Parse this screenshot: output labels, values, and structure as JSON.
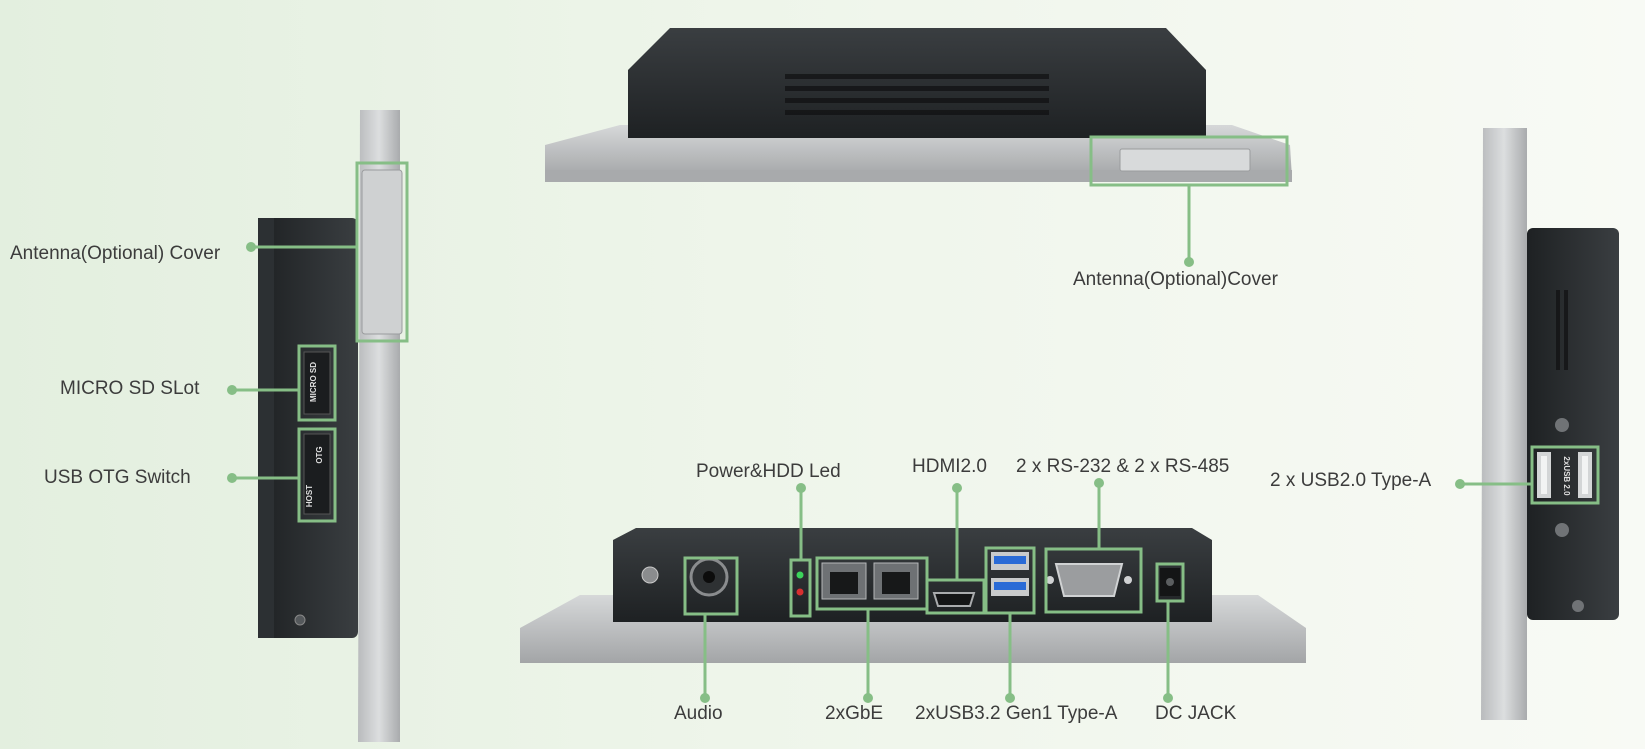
{
  "colors": {
    "callout": "#86be86",
    "bezel": "#c3c5c6",
    "chassis": "#26292b",
    "text": "#3c3c3c",
    "usb3_blue": "#2a6bd6"
  },
  "labels": {
    "antenna_left": "Antenna(Optional) Cover",
    "micro_sd": "MICRO SD SLot",
    "usb_otg": "USB OTG Switch",
    "antenna_top": "Antenna(Optional)Cover",
    "power_led": "Power&HDD Led",
    "hdmi": "HDMI2.0",
    "serial": "2 x RS-232 & 2 x RS-485",
    "usb2": "2 x USB2.0 Type-A",
    "audio": "Audio",
    "gbe": "2xGbE",
    "usb3": "2xUSB3.2 Gen1 Type-A",
    "dc_jack": "DC JACK"
  },
  "silkscreen": {
    "micro_sd": "MICRO SD",
    "host": "HOST",
    "otg": "OTG",
    "usb_x2": "2xUSB 2.0"
  },
  "icons": [
    "screw-icon",
    "audio-jack-icon",
    "rj45-port-icon",
    "hdmi-port-icon",
    "usb-port-icon",
    "db9-serial-port-icon",
    "dc-jack-icon",
    "led-icon"
  ]
}
